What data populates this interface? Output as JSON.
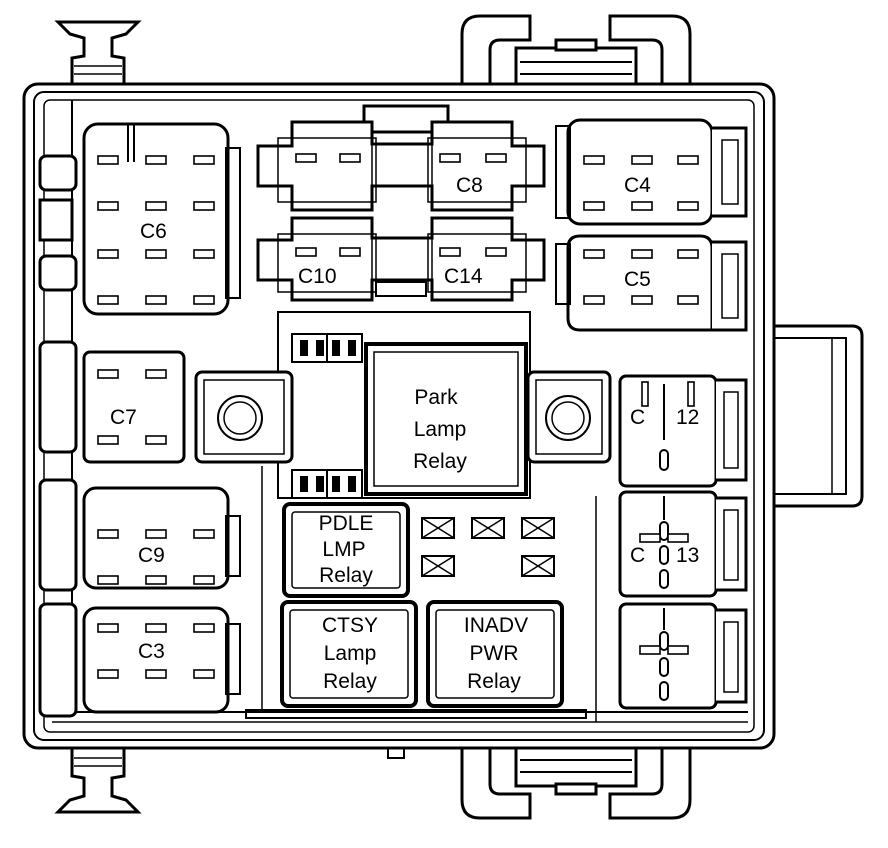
{
  "connectors": {
    "c6": "C6",
    "c8": "C8",
    "c4": "C4",
    "c10": "C10",
    "c14": "C14",
    "c5": "C5",
    "c7": "C7",
    "c9": "C9",
    "c3": "C3",
    "c12_left": "C",
    "c12_right": "12",
    "c13_left": "C",
    "c13_right": "13"
  },
  "relays": {
    "park_lamp": [
      "Park",
      "Lamp",
      "Relay"
    ],
    "pdle_lmp": [
      "PDLE",
      "LMP",
      "Relay"
    ],
    "ctsy_lamp": [
      "CTSY",
      "Lamp",
      "Relay"
    ],
    "inadv_pwr": [
      "INADV",
      "PWR",
      "Relay"
    ]
  }
}
